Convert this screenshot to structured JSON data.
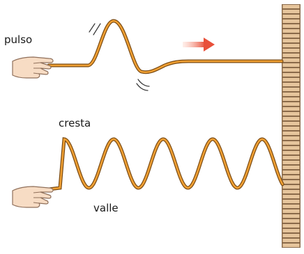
{
  "labels": {
    "pulse": "pulso",
    "crest": "cresta",
    "trough": "valle"
  },
  "colors": {
    "rope_outer": "#7a4a12",
    "rope_inner": "#f0a033",
    "arrow": "#e8503a",
    "wall_brick": "#e6c59c",
    "wall_mortar": "#8a6a4a",
    "hand_fill": "#f7dcc4",
    "hand_line": "#8f6f5a"
  },
  "icons": {
    "hand": "hand-icon",
    "direction": "arrow-right-icon",
    "wall": "brick-wall-icon"
  }
}
